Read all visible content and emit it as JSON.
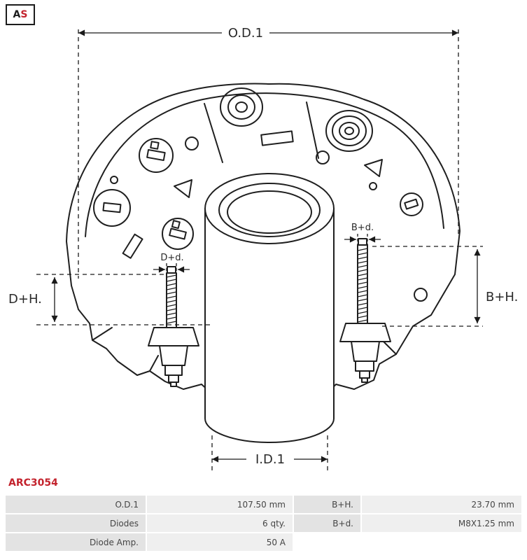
{
  "logo": {
    "a": "A",
    "s": "S"
  },
  "part_number": "ARC3054",
  "diagram": {
    "od1": "O.D.1",
    "id1": "I.D.1",
    "dh": "D+H.",
    "bh": "B+H.",
    "dd": "D+d.",
    "bd": "B+d."
  },
  "colors": {
    "accent_red": "#c3232d",
    "line": "#1f1f1f",
    "label_cell_bg": "#e3e3e3",
    "value_cell_bg": "#efefef"
  },
  "table": {
    "rows": [
      {
        "label_left": "O.D.1",
        "value_left": "107.50 mm",
        "label_right": "B+H.",
        "value_right": "23.70 mm"
      },
      {
        "label_left": "Diodes",
        "value_left": "6 qty.",
        "label_right": "B+d.",
        "value_right": "M8X1.25 mm"
      },
      {
        "label_left": "Diode Amp.",
        "value_left": "50 A",
        "label_right": "",
        "value_right": ""
      }
    ]
  }
}
